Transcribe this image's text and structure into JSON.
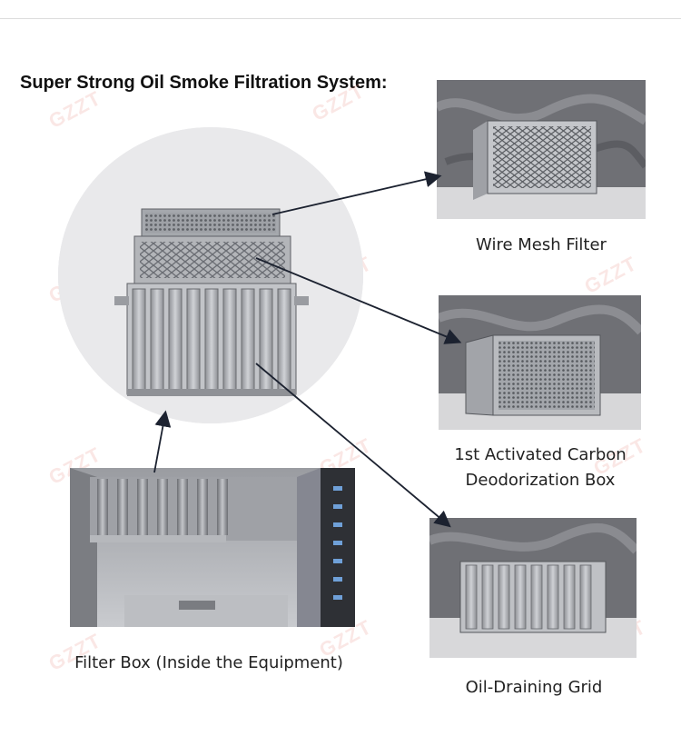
{
  "heading": "Super Strong Oil Smoke Filtration System:",
  "labels": {
    "wire_mesh": "Wire Mesh Filter",
    "carbon_line1": "1st Activated Carbon",
    "carbon_line2": "Deodorization Box",
    "grid": "Oil-Draining Grid",
    "filter_box": "Filter Box (Inside the Equipment)"
  },
  "watermark": "GZZT",
  "colors": {
    "arrow": "#1c2230",
    "marble": "#6f7075",
    "steel": "#b9bbbf",
    "background": "#ffffff"
  }
}
